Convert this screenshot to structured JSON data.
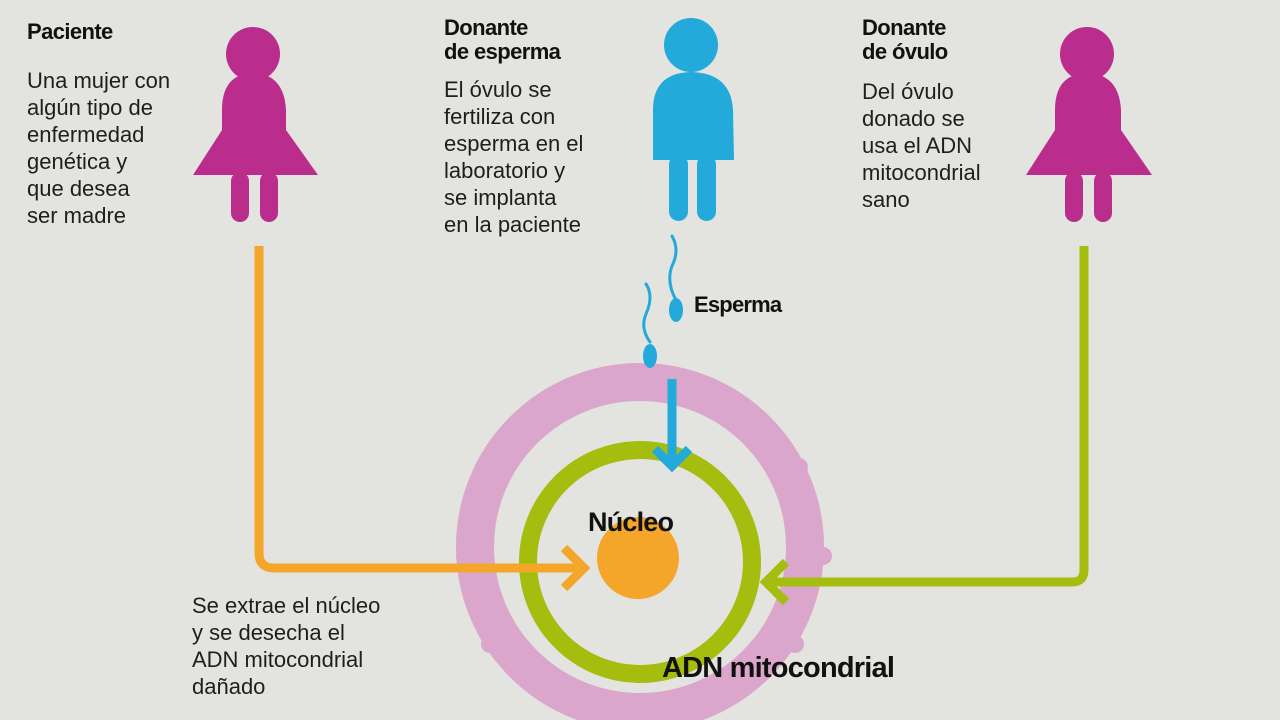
{
  "colors": {
    "background": "#e3e3df",
    "female": "#bb2d8c",
    "male": "#24a9db",
    "orange": "#f4a62a",
    "green": "#a5bd0e",
    "pink_membrane": "#dba6cb",
    "sperm": "#24a9db"
  },
  "patient": {
    "title": "Paciente",
    "description": "Una mujer con\nalgún tipo de\nenfermedad\ngenética y\nque desea\nser madre",
    "icon": "woman-figure-icon"
  },
  "sperm_donor": {
    "title_line1": "Donante",
    "title_line2": "de esperma",
    "description": "El óvulo se\nfertiliza con\nesperma en el\nlaboratorio y\nse implanta\nen la paciente",
    "icon": "man-figure-icon"
  },
  "egg_donor": {
    "title_line1": "Donante",
    "title_line2": "de óvulo",
    "description": "Del óvulo\ndonado se\nusa el ADN\nmitocondrial\nsano",
    "icon": "woman-figure-icon"
  },
  "sperm_label": "Esperma",
  "nucleus_label": "Núcleo",
  "mito_label": "ADN mitocondrial",
  "extraction_note": "Se extrae el núcleo\ny se desecha el\nADN mitocondrial\ndañado"
}
